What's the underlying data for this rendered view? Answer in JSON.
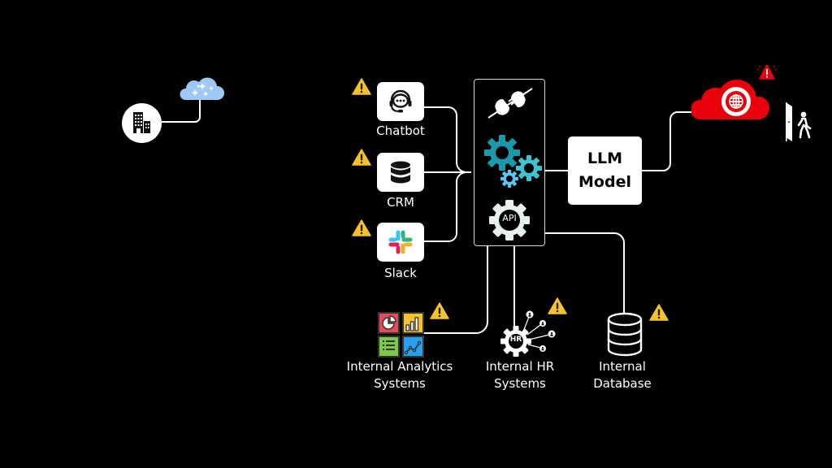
{
  "diagram": {
    "sources": [
      {
        "label": "Chatbot",
        "icon": "headset-chat-icon",
        "warning": true
      },
      {
        "label": "CRM",
        "icon": "database-icon",
        "warning": true
      },
      {
        "label": "Slack",
        "icon": "slack-logo-icon",
        "warning": true
      }
    ],
    "hub": {
      "icons": [
        "plug-connector-icon",
        "gears-icon",
        "api-gear-icon"
      ],
      "api_text": "API"
    },
    "llm": {
      "line1": "LLM",
      "line2": "Model"
    },
    "internal": [
      {
        "line1": "Internal Analytics",
        "line2": "Systems",
        "icon": "analytics-dashboard-icon",
        "warning": true
      },
      {
        "line1": "Internal HR",
        "line2": "Systems",
        "icon": "hr-gear-icon",
        "hr_text": "HR",
        "warning": true
      },
      {
        "line1": "Internal",
        "line2": "Database",
        "icon": "database-outline-icon",
        "warning": true
      }
    ],
    "external_cloud": {
      "icon": "red-cloud-globe-icon",
      "alert": true,
      "exit": "person-exiting-door-icon"
    },
    "enterprise": {
      "building": "office-building-icon",
      "cloud": "sparkle-cloud-icon"
    },
    "colors": {
      "background": "#000000",
      "warning": "#f5c12e",
      "alert_red": "#e8000b",
      "gear_teal_dark": "#1a9aa8",
      "gear_teal_light": "#3ec3d0",
      "gear_blue": "#5cc6f0",
      "cloud_blue": "#9ec9f5"
    }
  }
}
